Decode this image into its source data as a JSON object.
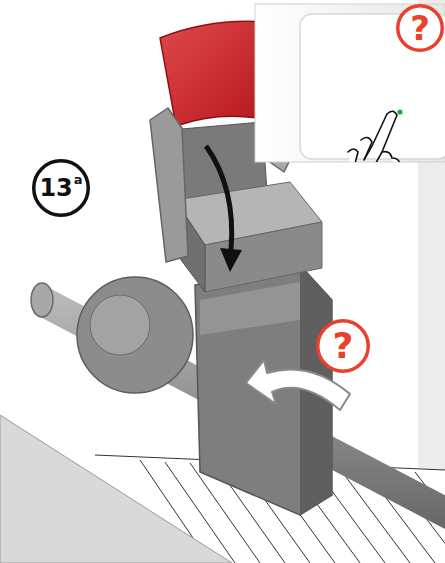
{
  "diagram": {
    "nodes": [
      {
        "text": [
          "13",
          "a"
        ]
      },
      {
        "text": [
          "?"
        ]
      },
      {
        "text": [
          "?"
        ]
      }
    ]
  }
}
